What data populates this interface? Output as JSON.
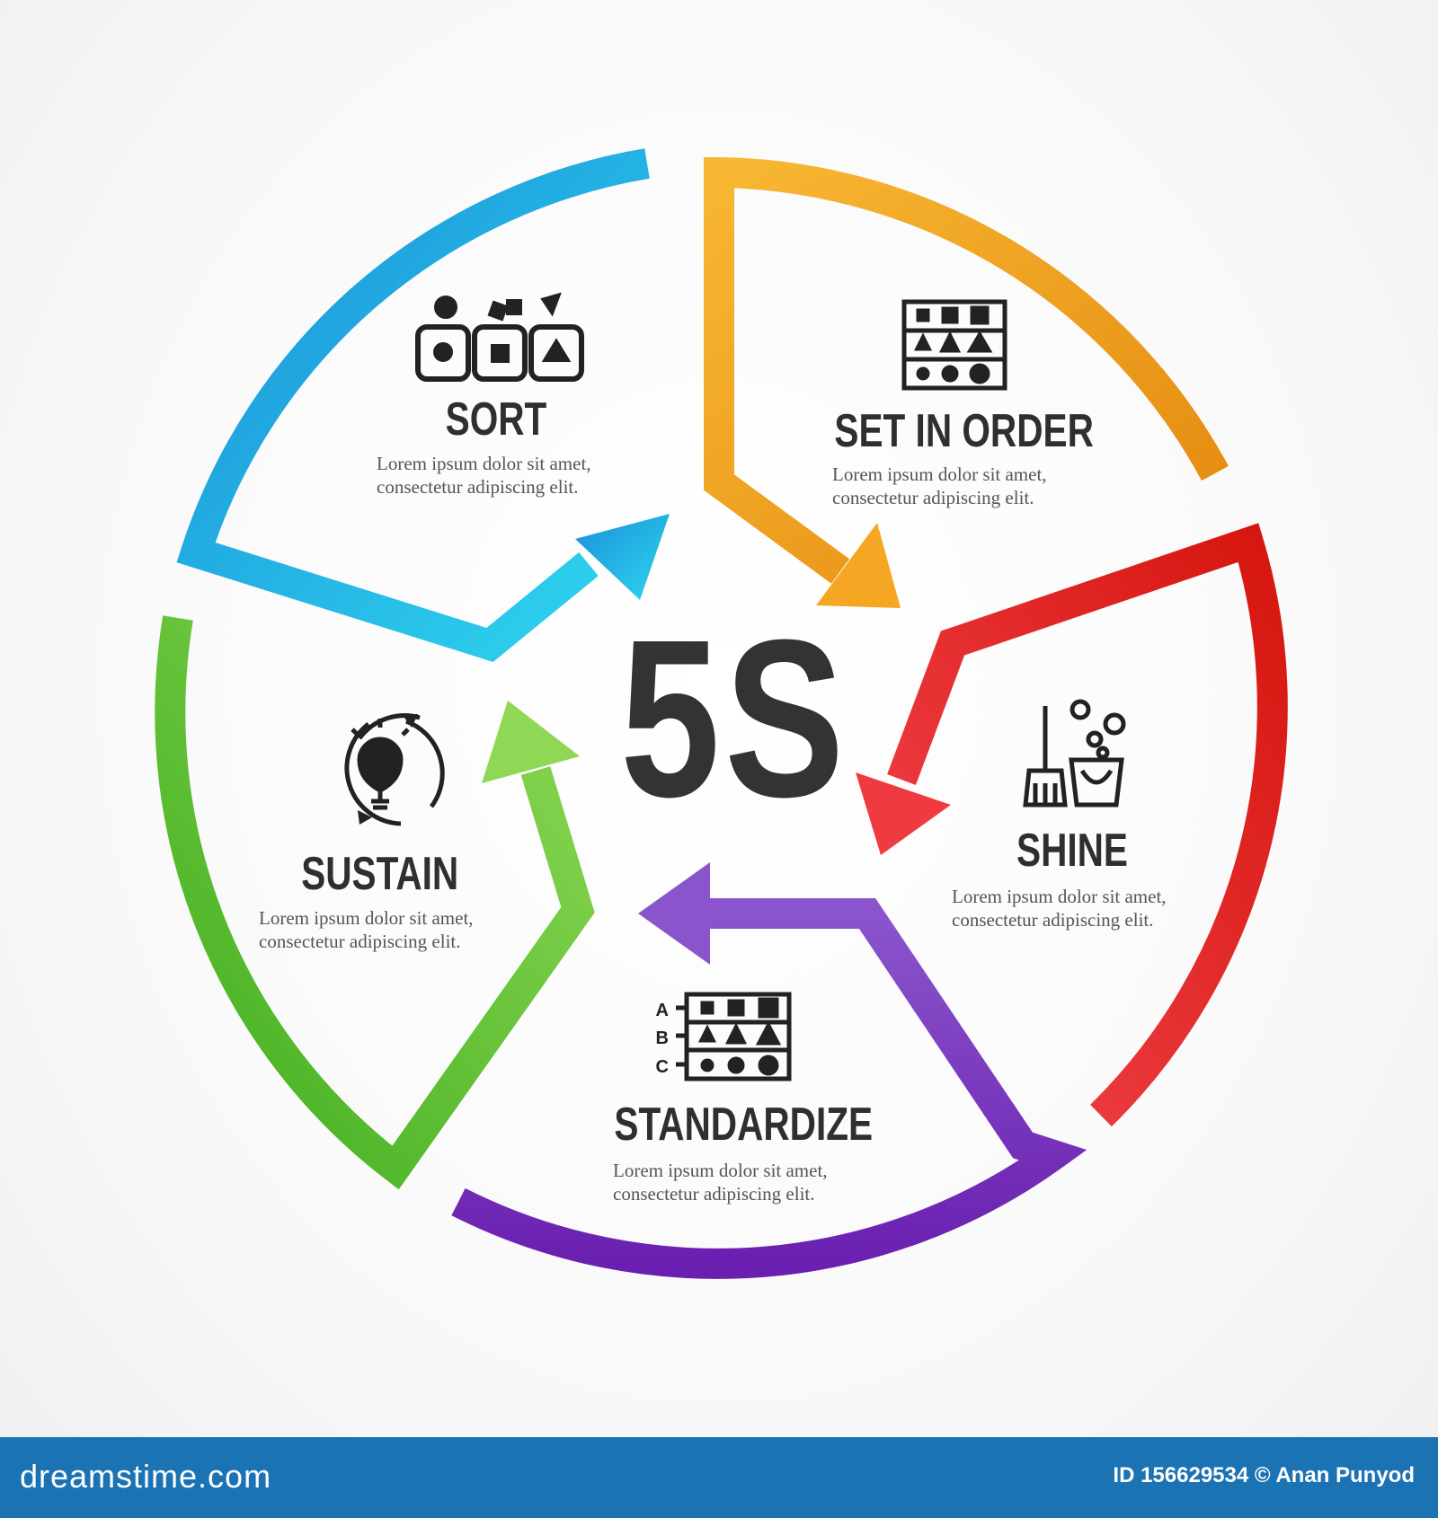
{
  "center": {
    "title": "5S"
  },
  "steps": [
    {
      "title": "SORT",
      "description_line1": "Lorem ipsum dolor sit amet,",
      "description_line2": "consectetur adipiscing elit.",
      "color": "#1b9be0",
      "icon": "sort-bins-icon"
    },
    {
      "title": "SET IN ORDER",
      "description_line1": "Lorem ipsum dolor sit amet,",
      "description_line2": "consectetur adipiscing elit.",
      "color": "#f0a020",
      "icon": "shelf-shapes-icon"
    },
    {
      "title": "SHINE",
      "description_line1": "Lorem ipsum dolor sit amet,",
      "description_line2": "consectetur adipiscing elit.",
      "color": "#e0201e",
      "icon": "broom-bucket-icon"
    },
    {
      "title": "STANDARDIZE",
      "description_line1": "Lorem ipsum dolor sit amet,",
      "description_line2": "consectetur adipiscing elit.",
      "color": "#7a33b8",
      "icon": "abc-checklist-icon"
    },
    {
      "title": "SUSTAIN",
      "description_line1": "Lorem ipsum dolor sit amet,",
      "description_line2": "consectetur adipiscing elit.",
      "color": "#52b836",
      "icon": "lightbulb-cycle-icon"
    }
  ],
  "footer": {
    "brand": "dreamstime.com",
    "credit": "ID 156629534 © Anan Punyod",
    "color": "#1b73b3"
  }
}
